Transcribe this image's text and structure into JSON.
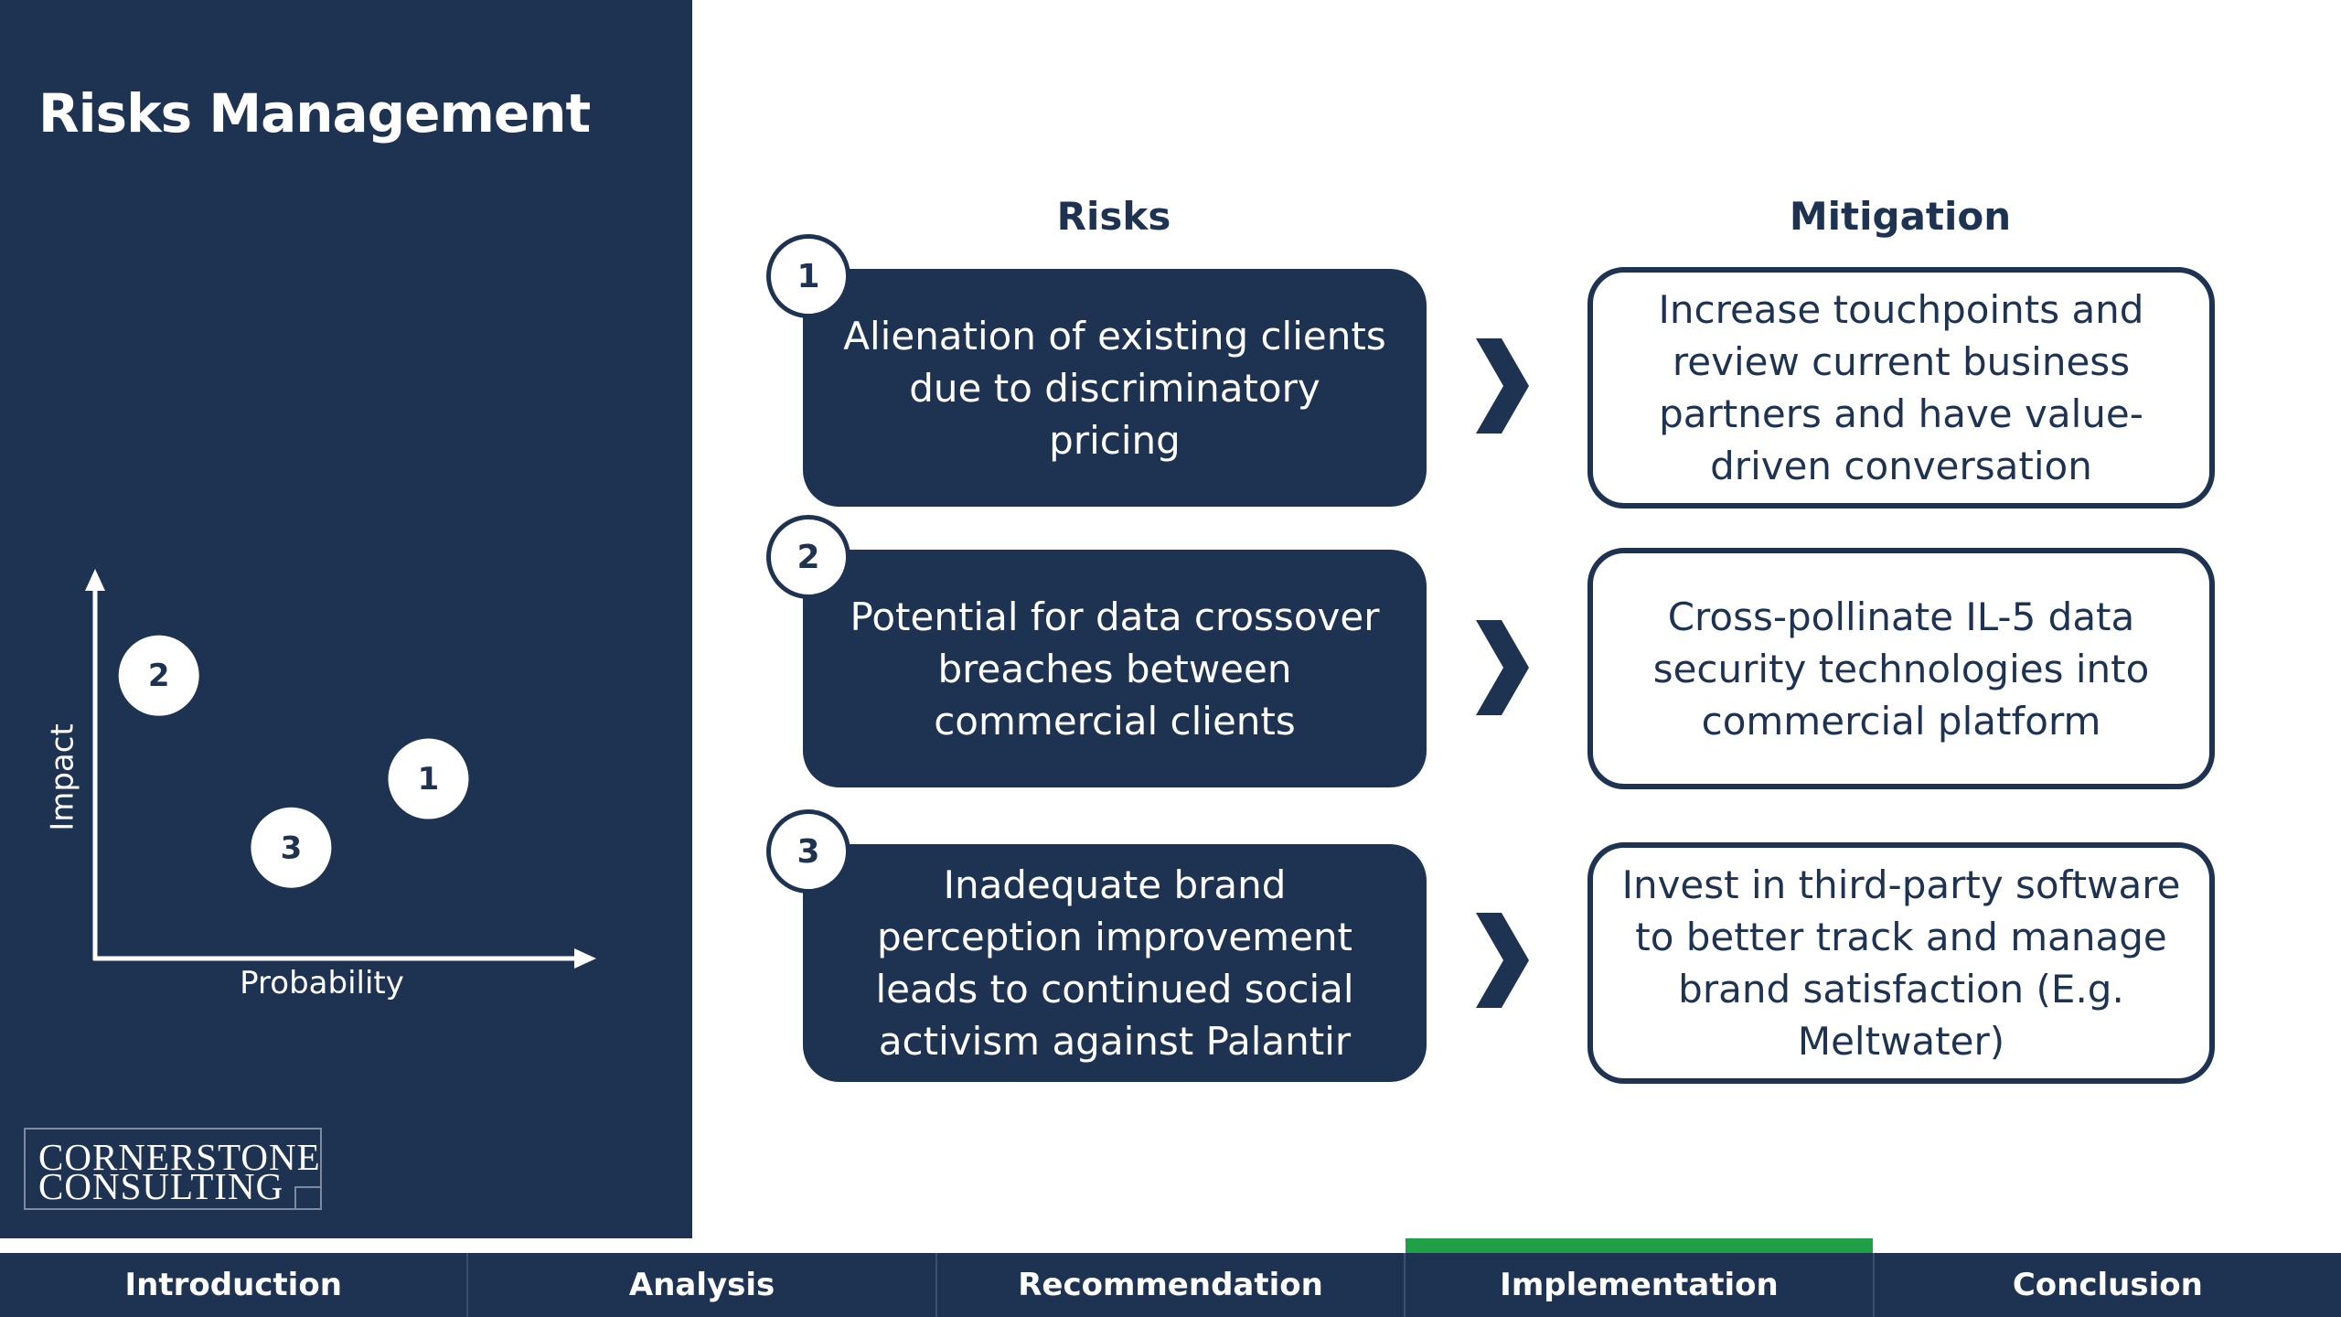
{
  "slide": {
    "title": "Risks Management"
  },
  "risk_plot": {
    "y_label": "Impact",
    "x_label": "Probability",
    "points": [
      {
        "label": "2",
        "probability": 0.13,
        "impact": 0.74
      },
      {
        "label": "1",
        "probability": 0.68,
        "impact": 0.47
      },
      {
        "label": "3",
        "probability": 0.4,
        "impact": 0.29
      }
    ]
  },
  "logo": {
    "line1": "CORNERSTONE",
    "line2": "CONSULTING"
  },
  "headers": {
    "risks": "Risks",
    "mitigation": "Mitigation"
  },
  "rows": [
    {
      "number": "1",
      "risk": "Alienation of existing clients due to discriminatory pricing",
      "mitigation": "Increase touchpoints and review current business partners and have value-driven conversation"
    },
    {
      "number": "2",
      "risk": "Potential for data crossover breaches between commercial clients",
      "mitigation": "Cross-pollinate IL-5 data security technologies into commercial platform"
    },
    {
      "number": "3",
      "risk": "Inadequate brand perception improvement leads to continued social activism against Palantir",
      "mitigation": "Invest in third-party software to better track and manage brand satisfaction (E.g. Meltwater)"
    }
  ],
  "nav": {
    "tabs": [
      "Introduction",
      "Analysis",
      "Recommendation",
      "Implementation",
      "Conclusion"
    ],
    "active": "Implementation",
    "active_color": "#1fa046"
  },
  "colors": {
    "navy": "#1e3252",
    "white": "#ffffff"
  }
}
